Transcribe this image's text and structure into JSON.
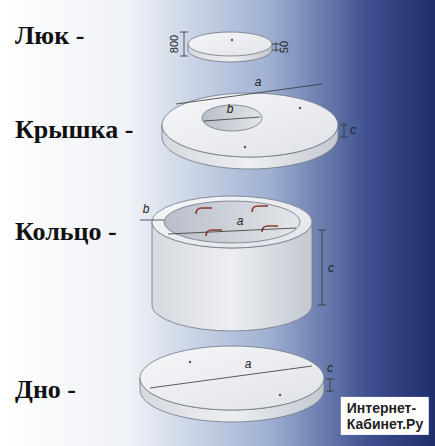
{
  "diagram": {
    "labels": [
      "Люк -",
      "800",
      "50",
      "Крышка -",
      "a",
      "b",
      "c",
      "Кольцо -",
      "b",
      "a",
      "c",
      "Дно -",
      "a",
      "c",
      "Интернет- Кабинет.Ру"
    ]
  }
}
